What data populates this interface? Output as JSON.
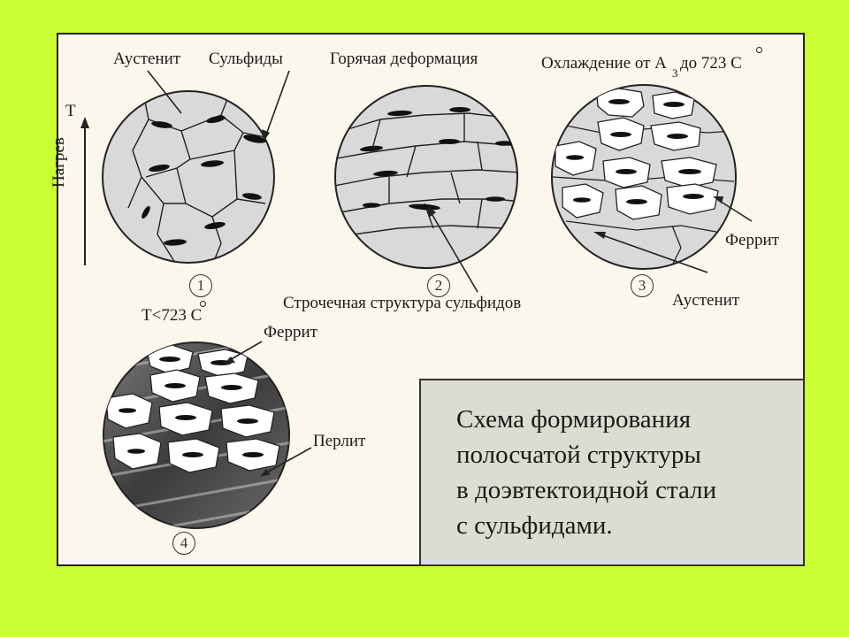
{
  "labels": {
    "austenite_1": "Аустенит",
    "sulfides_1": "Сульфиды",
    "temp_axis": "Т",
    "heating": "Нагрев",
    "hot_deformation": "Горячая деформация",
    "cooling_prefix": "Охлаждение от А",
    "cooling_sub": "3",
    "cooling_suffix": "до 723 С",
    "ferrite_3": "Феррит",
    "austenite_3": "Аустенит",
    "line_structure": "Строчечная структура сульфидов",
    "temp_below": "Т<723 С",
    "ferrite_4": "Феррит",
    "pearlite": "Перлит"
  },
  "numbers": [
    "1",
    "2",
    "3",
    "4"
  ],
  "caption": {
    "line1": "Схема формирования",
    "line2": "полосчатой структуры",
    "line3": "в доэвтектоидной стали",
    "line4": "с сульфидами."
  },
  "colors": {
    "background": "#ccff33",
    "frame": "#fbf7ed",
    "austenite_fill": "#d9d9d9",
    "sulfide": "#111111",
    "ferrite_fill": "#ffffff",
    "pearlite_fill": "#555555",
    "caption_box": "#dddcd0"
  }
}
